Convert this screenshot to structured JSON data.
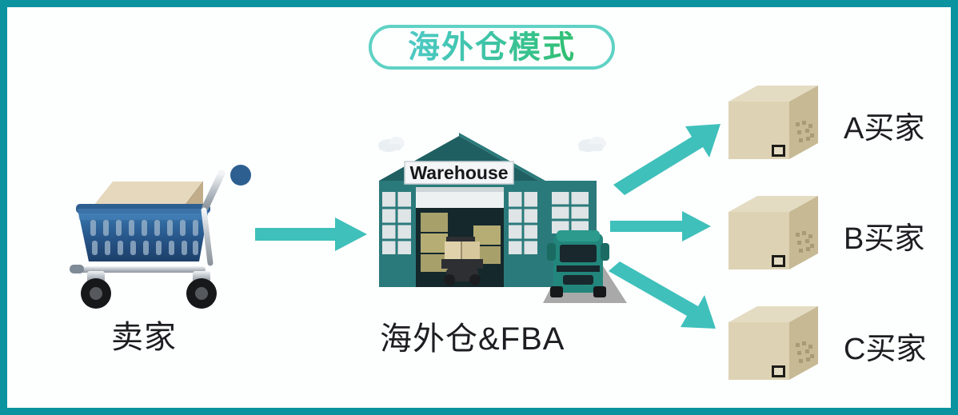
{
  "title": {
    "text": "海外仓模式",
    "pill_border_color": "#5fd2c4",
    "gradient_from": "#4ec9c6",
    "gradient_to": "#2fbf6e"
  },
  "frame": {
    "border_color": "#0b93a0",
    "background_color": "#fdfefe"
  },
  "nodes": {
    "seller": {
      "label": "卖家",
      "icon": "shopping-cart-with-box-icon",
      "cart_color": "#2a5f8f",
      "box_color": "#d8c3a0"
    },
    "warehouse": {
      "label": "海外仓&FBA",
      "sign_text": "Warehouse",
      "icon": "warehouse-building-icon",
      "building_color": "#2b7a7b",
      "truck_color": "#22867c"
    },
    "buyers": [
      {
        "label": "A买家",
        "icon": "cardboard-parcel-icon",
        "box_color": "#d9cdae"
      },
      {
        "label": "B买家",
        "icon": "cardboard-parcel-icon",
        "box_color": "#d9cdae"
      },
      {
        "label": "C买家",
        "icon": "cardboard-parcel-icon",
        "box_color": "#d9cdae"
      }
    ]
  },
  "arrows": {
    "color": "#3fc0bb",
    "flows": [
      {
        "name": "seller-to-warehouse",
        "direction": "right"
      },
      {
        "name": "warehouse-to-buyer-a",
        "direction": "up-right"
      },
      {
        "name": "warehouse-to-buyer-b",
        "direction": "right"
      },
      {
        "name": "warehouse-to-buyer-c",
        "direction": "down-right"
      }
    ]
  }
}
